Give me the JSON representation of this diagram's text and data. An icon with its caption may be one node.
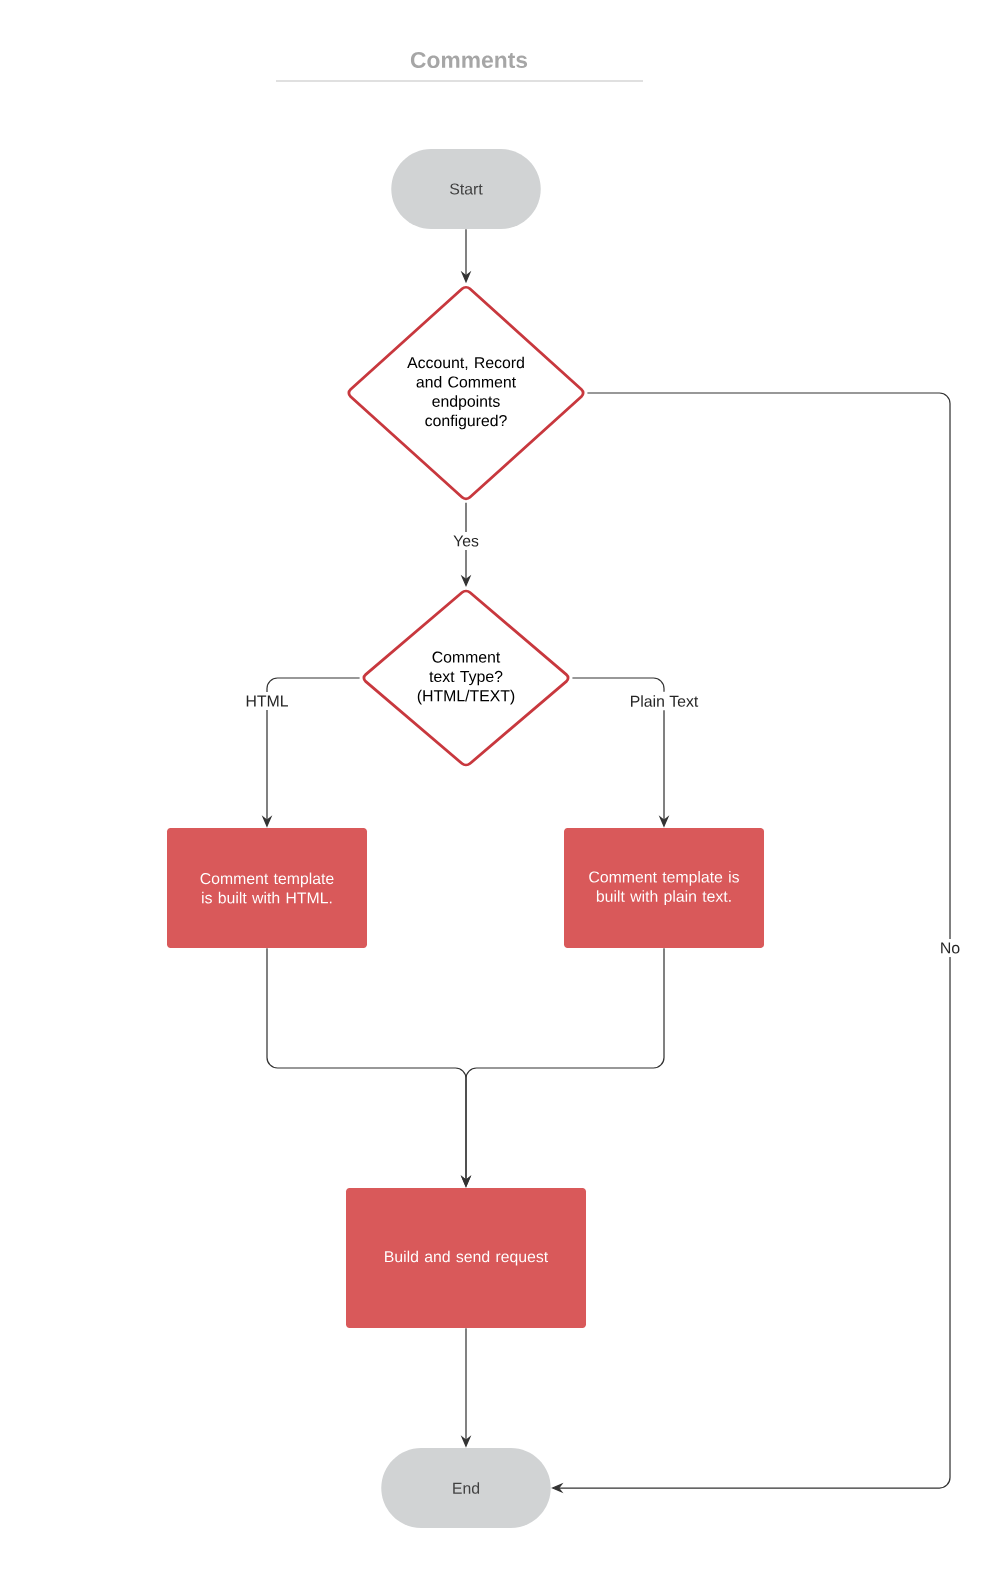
{
  "diagram": {
    "title": "Comments",
    "nodes": [
      {
        "text": [
          "Start"
        ]
      },
      {
        "text": [
          "Account, Record and Comment endpoints configured?"
        ]
      },
      {
        "text": [
          "Comment text Type? (HTML/TEXT)"
        ]
      },
      {
        "text": [
          "Comment template is built with HTML."
        ]
      },
      {
        "text": [
          "Comment template is built with plain text."
        ]
      },
      {
        "text": [
          "Build and send request"
        ]
      },
      {
        "text": [
          "End"
        ]
      }
    ],
    "edges": [
      {
        "from": 0,
        "to": 1,
        "arrow": "to"
      },
      {
        "from": 1,
        "to": 2,
        "arrow": "to",
        "label": "Yes"
      },
      {
        "from": 2,
        "to": 3,
        "arrow": "to",
        "label": "HTML"
      },
      {
        "from": 2,
        "to": 4,
        "arrow": "to",
        "label": "Plain Text"
      },
      {
        "from": 3,
        "to": 5,
        "arrow": "to"
      },
      {
        "from": 4,
        "to": 5,
        "arrow": "to"
      },
      {
        "from": 1,
        "to": 6,
        "arrow": "to",
        "label": "No"
      },
      {
        "from": 5,
        "to": 6,
        "arrow": "to"
      }
    ]
  }
}
